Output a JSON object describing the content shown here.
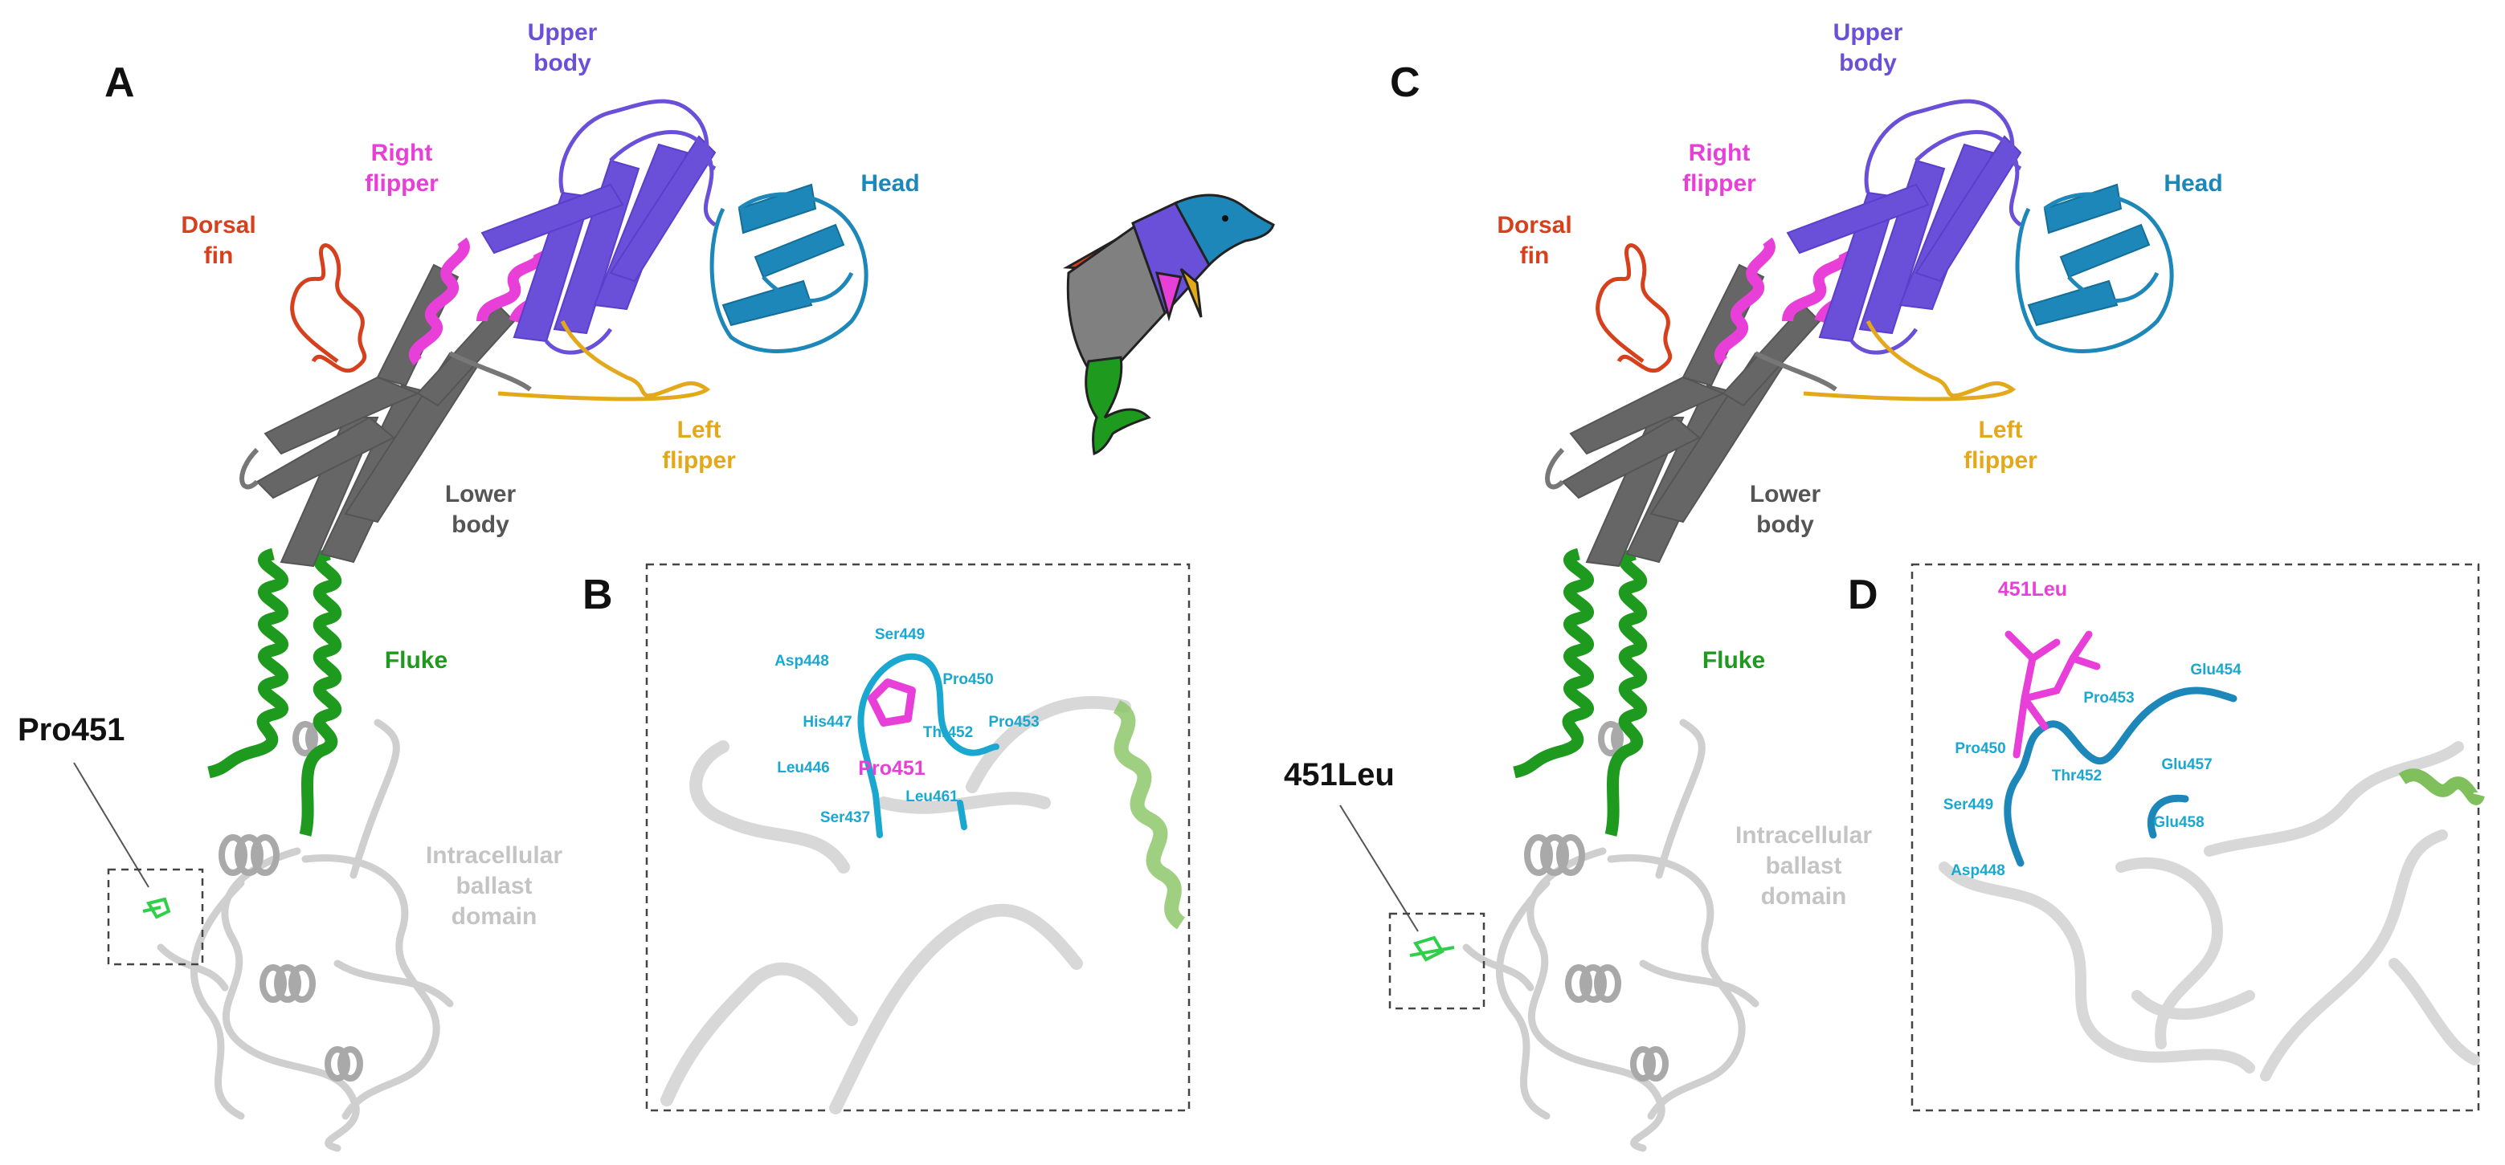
{
  "panels": {
    "a": "A",
    "b": "B",
    "c": "C",
    "d": "D"
  },
  "regions": {
    "upper_body": [
      "Upper",
      "body"
    ],
    "right_flipper": [
      "Right",
      "flipper"
    ],
    "dorsal_fin": [
      "Dorsal",
      "fin"
    ],
    "head": "Head",
    "left_flipper": [
      "Left",
      "flipper"
    ],
    "lower_body": [
      "Lower",
      "body"
    ],
    "fluke": "Fluke",
    "ballast": [
      "Intracellular",
      "ballast",
      "domain"
    ]
  },
  "callouts": {
    "wildtype": "Pro451",
    "mutant": "451Leu"
  },
  "inset_b": {
    "residues": [
      "Ser449",
      "Asp448",
      "Pro450",
      "His447",
      "Thr452",
      "Pro453",
      "Leu446",
      "Leu461",
      "Ser437"
    ],
    "highlight": "Pro451"
  },
  "inset_d": {
    "highlight": "451Leu",
    "residues": [
      "Glu454",
      "Pro453",
      "Pro450",
      "Thr452",
      "Glu457",
      "Ser449",
      "Glu458",
      "Asp448"
    ]
  },
  "colors": {
    "upper_body": "#6a4fd8",
    "right_flipper": "#e83fd8",
    "dorsal_fin": "#d6401c",
    "head": "#1c87b8",
    "left_flipper": "#e3a91a",
    "lower_body": "#666666",
    "fluke": "#1e9a1e",
    "ballast": "#c9c9c9",
    "residue_label": "#1aa7d0"
  }
}
